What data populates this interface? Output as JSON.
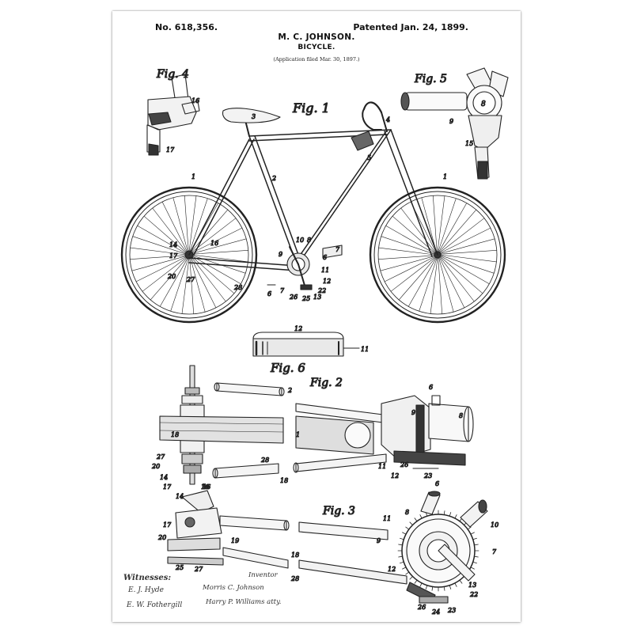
{
  "header": {
    "patent_no": "No. 618,356.",
    "patented": "Patented Jan. 24, 1899.",
    "inventor": "M. C. JOHNSON.",
    "title": "BICYCLE.",
    "application": "(Application filed Mar. 30, 1897.)"
  },
  "figures": {
    "fig1": "Fig. 1",
    "fig2": "Fig. 2",
    "fig3": "Fig. 3",
    "fig4": "Fig. 4",
    "fig5": "Fig. 5",
    "fig6": "Fig. 6"
  },
  "ref_numerals": {
    "n1": "1",
    "n2": "2",
    "n3": "3",
    "n4": "4",
    "n5": "5",
    "n6": "6",
    "n7": "7",
    "n8": "8",
    "n9": "9",
    "n10": "10",
    "n11": "11",
    "n12": "12",
    "n13": "13",
    "n14": "14",
    "n15": "15",
    "n16": "16",
    "n17": "17",
    "n18": "18",
    "n19": "19",
    "n20": "20",
    "n22": "22",
    "n23": "23",
    "n24": "24",
    "n25": "25",
    "n26": "26",
    "n27": "27",
    "n28": "28"
  },
  "signatures": {
    "witnesses_label": "Witnesses:",
    "witness_1": "E. J. Hyde",
    "witness_2": "E. W. Fothergill",
    "inventor_label": "Inventor",
    "inventor_sig": "Morris C. Johnson",
    "attorney_sig": "Harry P. Williams atty."
  },
  "colors": {
    "ink": "#222222",
    "paper": "#ffffff"
  }
}
